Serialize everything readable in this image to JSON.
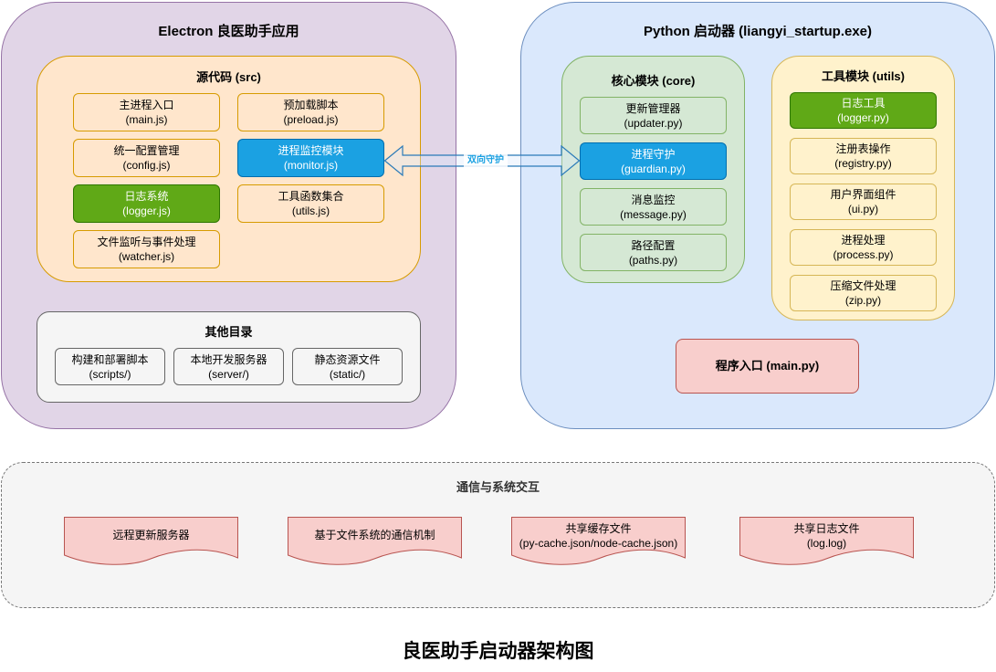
{
  "diagram_title": "良医助手启动器架构图",
  "electron": {
    "title": "Electron 良医助手应用",
    "src": {
      "title": "源代码 (src)",
      "modules": [
        {
          "name": "主进程入口",
          "file": "(main.js)"
        },
        {
          "name": "预加载脚本",
          "file": "(preload.js)"
        },
        {
          "name": "统一配置管理",
          "file": "(config.js)"
        },
        {
          "name": "进程监控模块",
          "file": "(monitor.js)"
        },
        {
          "name": "日志系统",
          "file": "(logger.js)"
        },
        {
          "name": "工具函数集合",
          "file": "(utils.js)"
        },
        {
          "name": "文件监听与事件处理",
          "file": "(watcher.js)"
        }
      ]
    },
    "other_dirs": {
      "title": "其他目录",
      "items": [
        {
          "name": "构建和部署脚本",
          "file": "(scripts/)"
        },
        {
          "name": "本地开发服务器",
          "file": "(server/)"
        },
        {
          "name": "静态资源文件",
          "file": "(static/)"
        }
      ]
    }
  },
  "python": {
    "title": "Python 启动器 (liangyi_startup.exe)",
    "core": {
      "title": "核心模块 (core)",
      "modules": [
        {
          "name": "更新管理器",
          "file": "(updater.py)"
        },
        {
          "name": "进程守护",
          "file": "(guardian.py)"
        },
        {
          "name": "消息监控",
          "file": "(message.py)"
        },
        {
          "name": "路径配置",
          "file": "(paths.py)"
        }
      ]
    },
    "utils": {
      "title": "工具模块 (utils)",
      "modules": [
        {
          "name": "日志工具",
          "file": "(logger.py)"
        },
        {
          "name": "注册表操作",
          "file": "(registry.py)"
        },
        {
          "name": "用户界面组件",
          "file": "(ui.py)"
        },
        {
          "name": "进程处理",
          "file": "(process.py)"
        },
        {
          "name": "压缩文件处理",
          "file": "(zip.py)"
        }
      ]
    },
    "entry": {
      "label": "程序入口 (main.py)"
    }
  },
  "connection": {
    "label": "双向守护",
    "color": "#1ba1e2"
  },
  "communication": {
    "title": "通信与系统交互",
    "items": [
      {
        "name": "远程更新服务器",
        "file": ""
      },
      {
        "name": "基于文件系统的通信机制",
        "file": ""
      },
      {
        "name": "共享缓存文件",
        "file": "(py-cache.json/node-cache.json)"
      },
      {
        "name": "共享日志文件",
        "file": "(log.log)"
      }
    ]
  },
  "colors": {
    "electron_bg": "#e1d5e7",
    "python_bg": "#dae8fc",
    "src_bg": "#ffe6cc",
    "core_bg": "#d5e8d4",
    "utils_bg": "#fff2cc",
    "highlight_blue": "#1ba1e2",
    "highlight_green": "#60a917",
    "entry_bg": "#f8cecc"
  }
}
